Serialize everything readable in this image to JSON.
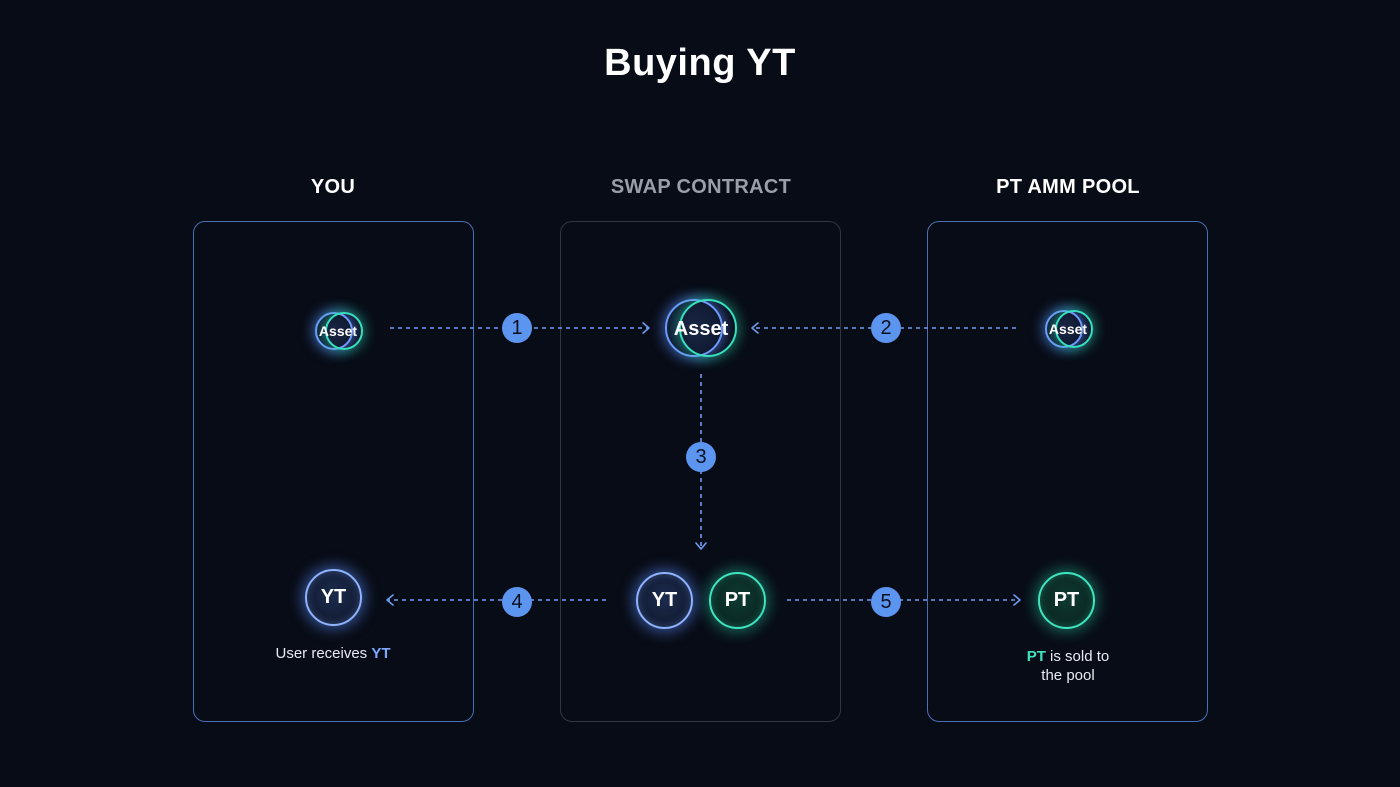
{
  "title": "Buying YT",
  "columns": {
    "you": "YOU",
    "swap": "SWAP CONTRACT",
    "pool": "PT AMM POOL"
  },
  "tokens": {
    "asset": "Asset",
    "yt": "YT",
    "pt": "PT"
  },
  "captions": {
    "you": {
      "prefix": "User receives ",
      "highlight": "YT"
    },
    "pool": {
      "highlight": "PT",
      "line1_suffix": " is sold to",
      "line2": "the pool"
    }
  },
  "steps": [
    "1",
    "2",
    "3",
    "4",
    "5"
  ],
  "colors": {
    "background": "#080c16",
    "yt_blue": "#8fb3ff",
    "pt_green": "#3ee6c0",
    "step_badge": "#5c95f0",
    "arrow": "#6f9bef"
  }
}
